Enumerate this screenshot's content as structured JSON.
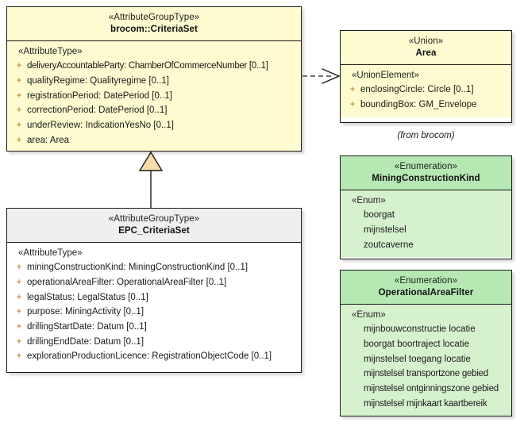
{
  "diagram": {
    "title": "brocom::CriteriaSet UML class diagram",
    "caption_from_brocom": "(from brocom)",
    "colors": {
      "class_yellow_fill": "#fdfbcf",
      "class_gray_header": "#efefef",
      "class_white_body": "#ffffff",
      "enum_header_green": "#b5e8b3",
      "enum_body_green": "#d6f2cd",
      "border": "#1a1a1a",
      "visibility_plus": "#b07818",
      "generalization_triangle_fill": "#fadcac"
    }
  },
  "classes": {
    "criteria_set": {
      "stereotype": "«AttributeGroupType»",
      "name": "brocom::CriteriaSet",
      "group_label": "«AttributeType»",
      "attributes": [
        {
          "visibility": "+",
          "text": "deliveryAccountableParty: ChamberOfCommerceNumber [0..1]"
        },
        {
          "visibility": "+",
          "text": "qualityRegime: Qualityregime [0..1]"
        },
        {
          "visibility": "+",
          "text": "registrationPeriod: DatePeriod [0..1]"
        },
        {
          "visibility": "+",
          "text": "correctionPeriod: DatePeriod [0..1]"
        },
        {
          "visibility": "+",
          "text": "underReview: IndicationYesNo [0..1]"
        },
        {
          "visibility": "+",
          "text": "area: Area"
        }
      ]
    },
    "epc_criteria_set": {
      "stereotype": "«AttributeGroupType»",
      "name": "EPC_CriteriaSet",
      "group_label": "«AttributeType»",
      "attributes": [
        {
          "visibility": "+",
          "text": "miningConstructionKind: MiningConstructionKind [0..1]"
        },
        {
          "visibility": "+",
          "text": "operationalAreaFilter: OperationalAreaFilter [0..1]"
        },
        {
          "visibility": "+",
          "text": "legalStatus: LegalStatus [0..1]"
        },
        {
          "visibility": "+",
          "text": "purpose: MiningActivity [0..1]"
        },
        {
          "visibility": "+",
          "text": "drillingStartDate: Datum [0..1]"
        },
        {
          "visibility": "+",
          "text": "drillingEndDate: Datum [0..1]"
        },
        {
          "visibility": "+",
          "text": "explorationProductionLicence: RegistrationObjectCode [0..1]"
        }
      ]
    },
    "area_union": {
      "stereotype": "«Union»",
      "name": "Area",
      "group_label": "«UnionElement»",
      "attributes": [
        {
          "visibility": "+",
          "text": "enclosingCircle: Circle [0..1]"
        },
        {
          "visibility": "+",
          "text": "boundingBox: GM_Envelope"
        }
      ]
    }
  },
  "enumerations": {
    "mining_construction_kind": {
      "stereotype": "«Enumeration»",
      "name": "MiningConstructionKind",
      "group_label": "«Enum»",
      "literals": [
        "boorgat",
        "mijnstelsel",
        "zoutcaverne"
      ]
    },
    "operational_area_filter": {
      "stereotype": "«Enumeration»",
      "name": "OperationalAreaFilter",
      "group_label": "«Enum»",
      "literals": [
        "mijnbouwconstructie locatie",
        "boorgat boortraject locatie",
        "mijnstelsel toegang locatie",
        "mijnstelsel transportzone gebied",
        "mijnstelsel ontginningszone gebied",
        "mijnstelsel mijnkaart kaartbereik"
      ]
    }
  },
  "connectors": {
    "dependency": {
      "kind": "dashed-open-arrow",
      "from": "brocom::CriteriaSet",
      "to": "Area"
    },
    "generalization": {
      "kind": "solid-hollow-triangle",
      "from": "EPC_CriteriaSet",
      "to": "brocom::CriteriaSet"
    }
  }
}
